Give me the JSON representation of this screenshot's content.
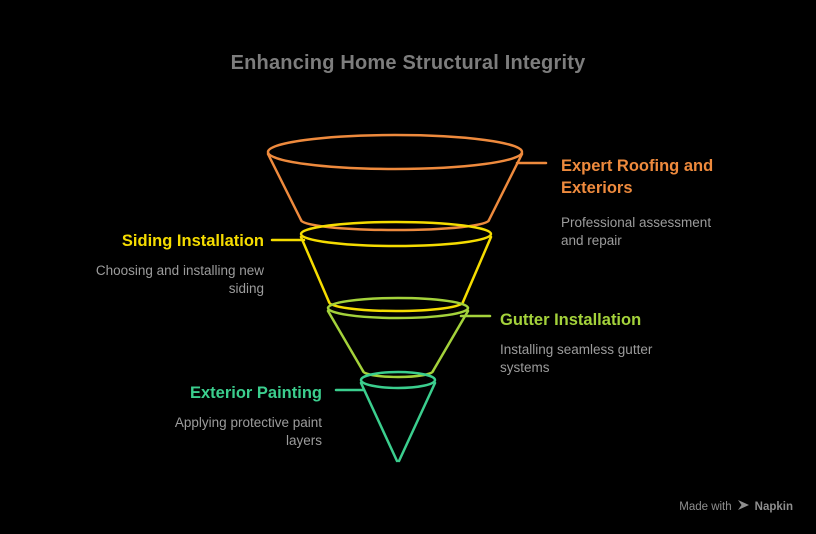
{
  "page": {
    "background_color": "#000000",
    "title": "Enhancing Home Structural Integrity",
    "title_color": "#7D7D7D",
    "description_color": "#9C9C9C"
  },
  "funnel": {
    "stages": [
      {
        "label": "Expert Roofing and\nExteriors",
        "description": "Professional assessment\nand repair",
        "color": "#EE8A3D",
        "side": "right"
      },
      {
        "label": "Siding Installation",
        "description": "Choosing and installing new\nsiding",
        "color": "#F5DC00",
        "side": "left"
      },
      {
        "label": "Gutter Installation",
        "description": "Installing seamless gutter\nsystems",
        "color": "#A4D23B",
        "side": "right"
      },
      {
        "label": "Exterior Painting",
        "description": "Applying protective paint\nlayers",
        "color": "#3BCE8E",
        "side": "left"
      }
    ]
  },
  "watermark": {
    "prefix": "Made with",
    "brand": "Napkin",
    "color": "#8E8E8E",
    "icon": "napkin-logo-icon"
  }
}
